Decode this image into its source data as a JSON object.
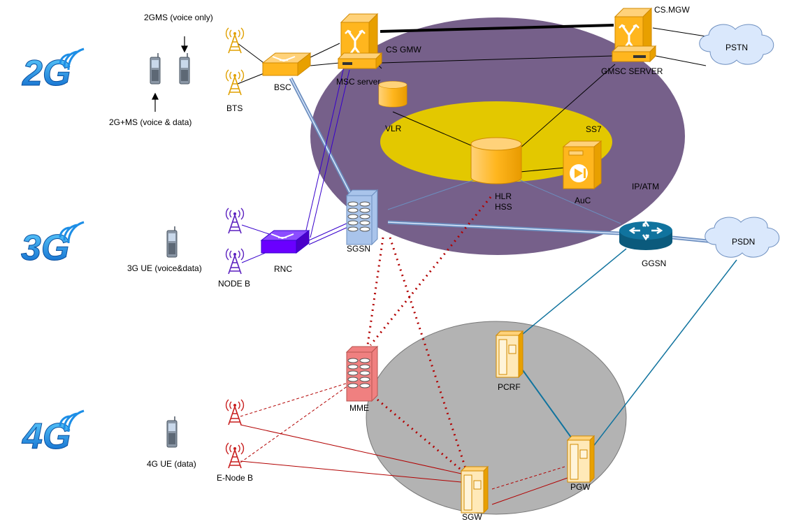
{
  "generations": {
    "g2": "2G",
    "g3": "3G",
    "g4": "4G"
  },
  "labels": {
    "ms_voice_only": "2GMS (voice only)",
    "ms_voice_data": "2G+MS (voice & data)",
    "ue_3g": "3G UE (voice&data)",
    "ue_4g": "4G UE (data)",
    "bts": "BTS",
    "bsc": "BSC",
    "node_b": "NODE B",
    "rnc": "RNC",
    "enode_b": "E-Node B",
    "cs_gmw": "CS GMW",
    "msc_server": "MSC server",
    "cs_mgw": "CS.MGW",
    "gmsc_server": "GMSC SERVER",
    "pstn": "PSTN",
    "vlr": "VLR",
    "ss7": "SS7",
    "hlr": "HLR",
    "hss": "HSS",
    "auc": "AuC",
    "ip_atm": "IP/ATM",
    "sgsn": "SGSN",
    "ggsn": "GGSN",
    "psdn": "PSDN",
    "mme": "MME",
    "pcrf": "PCRF",
    "pgw": "PGW",
    "sgw": "SGW"
  },
  "colors": {
    "core_2g3g": "#76608a",
    "ss7_region": "#e3c800",
    "core_4g": "#b3b3b3",
    "orange_device": "#ffb61e",
    "purple_device": "#6a00ff",
    "sgsn_blue": "#a9c4eb",
    "mme_red": "#f08080",
    "ggsn_teal": "#10739e",
    "cloud_blue": "#dae8fc",
    "red_link": "#b20000",
    "blue_link": "#3700cc"
  }
}
